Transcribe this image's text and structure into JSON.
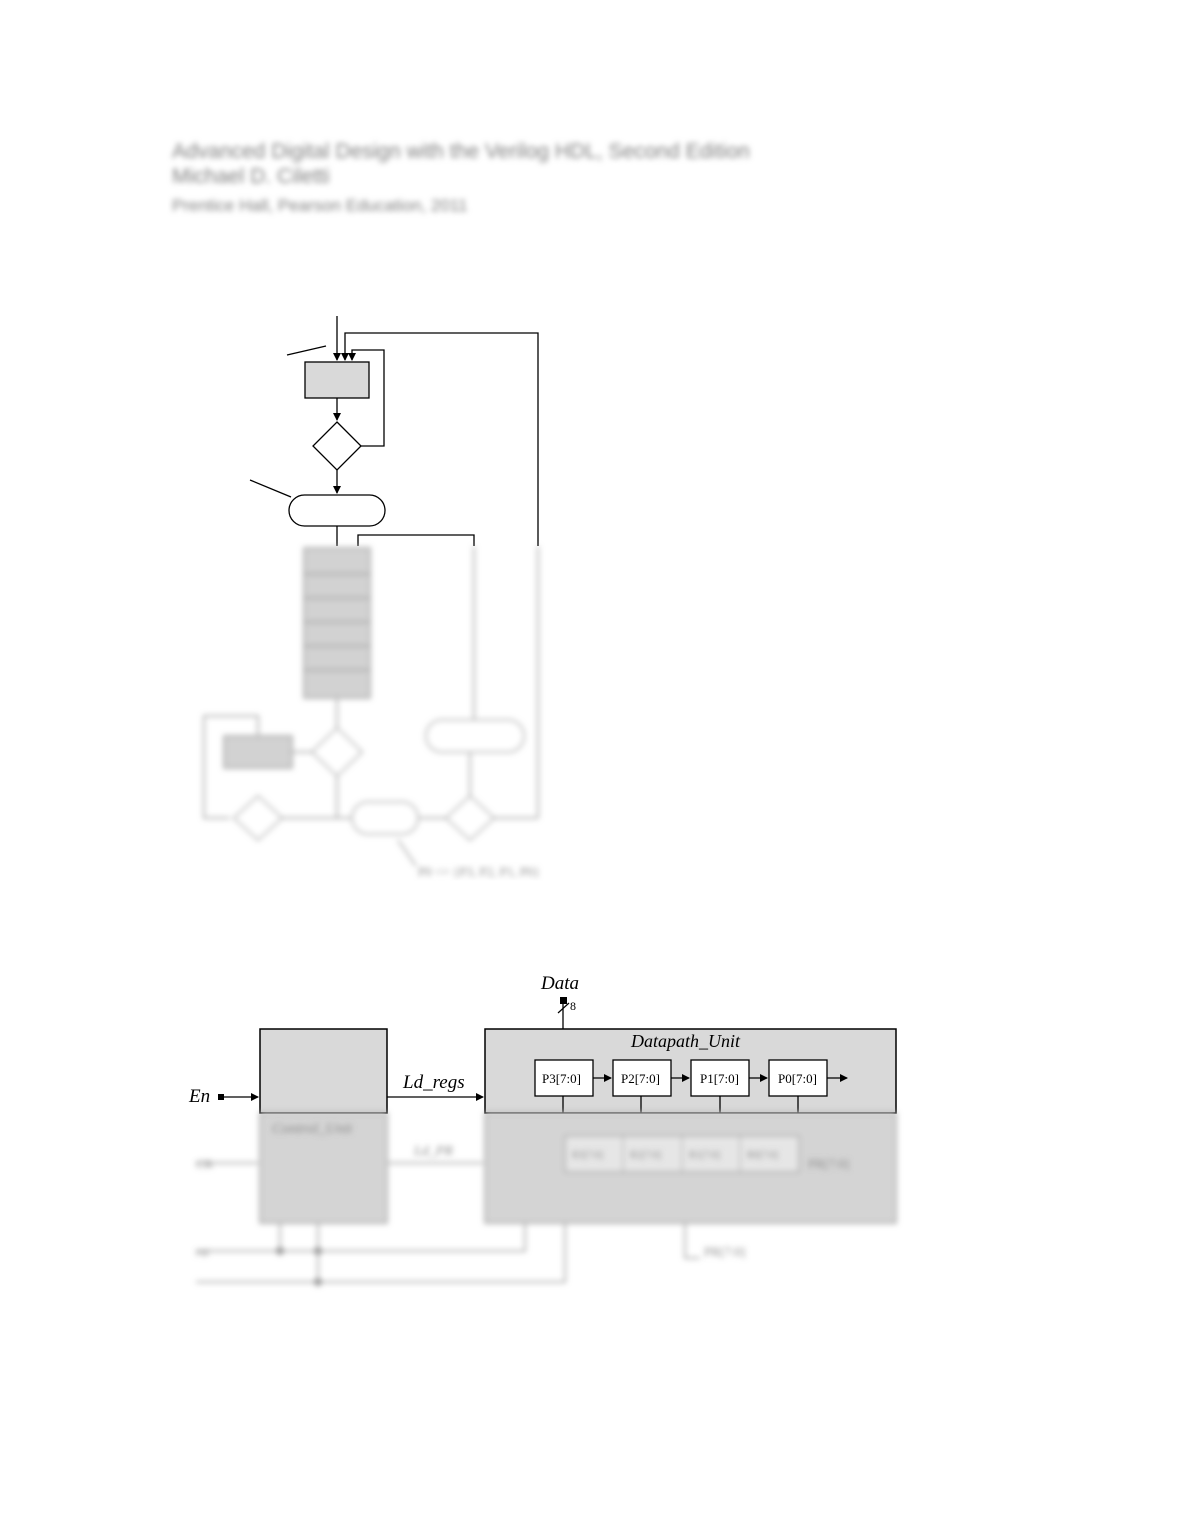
{
  "header": {
    "book_title": "Advanced Digital Design with the Verilog HDL, Second Edition",
    "author": "Michael D. Ciletti",
    "publisher": "Prentice Hall, Pearson Education, 2011"
  },
  "flowchart": {
    "bottom_note": "P0 <= {P3, P2, P1, P0}"
  },
  "block_diagram": {
    "data_label": "Data",
    "bus_width": "8",
    "control_unit_label": "Control_Unit",
    "datapath_unit_label": "Datapath_Unit",
    "ld_regs_label": "Ld_regs",
    "ld_pr_label": "Ld_PR",
    "en_label": "En",
    "clk_label": "Clk",
    "rst_label": "rst",
    "registers": [
      "P3[7:0]",
      "P2[7:0]",
      "P1[7:0]",
      "P0[7:0]"
    ],
    "reg_bits": [
      "R3[7:0]",
      "R2[7:0]",
      "R1[7:0]",
      "R0[7:0]"
    ],
    "pr_out_label": "PR[7:0]",
    "output_label": "PR[7:0]"
  }
}
